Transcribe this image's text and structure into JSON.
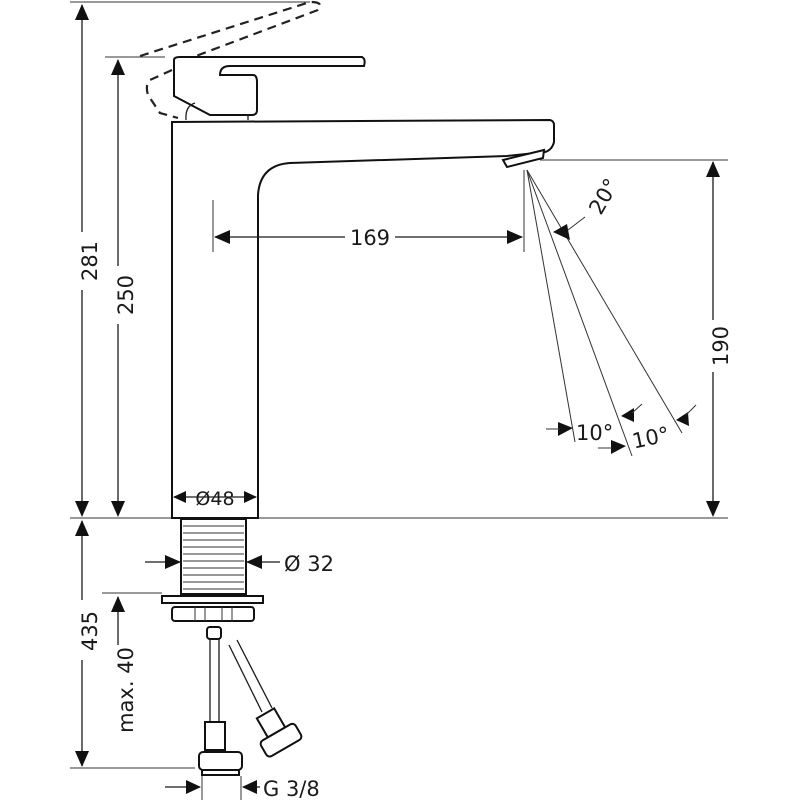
{
  "dimensions": {
    "total_height": "281",
    "body_height": "250",
    "spout_reach": "169",
    "spout_height": "190",
    "spray_angle": "20°",
    "angle_left": "10°",
    "angle_right": "10°",
    "body_diameter": "Ø48",
    "shank_diameter": "Ø 32",
    "connection_length": "435",
    "max_deck_thickness": "max. 40",
    "thread": "G 3/8"
  },
  "colors": {
    "line": "#1a1a1a",
    "background": "#ffffff"
  }
}
